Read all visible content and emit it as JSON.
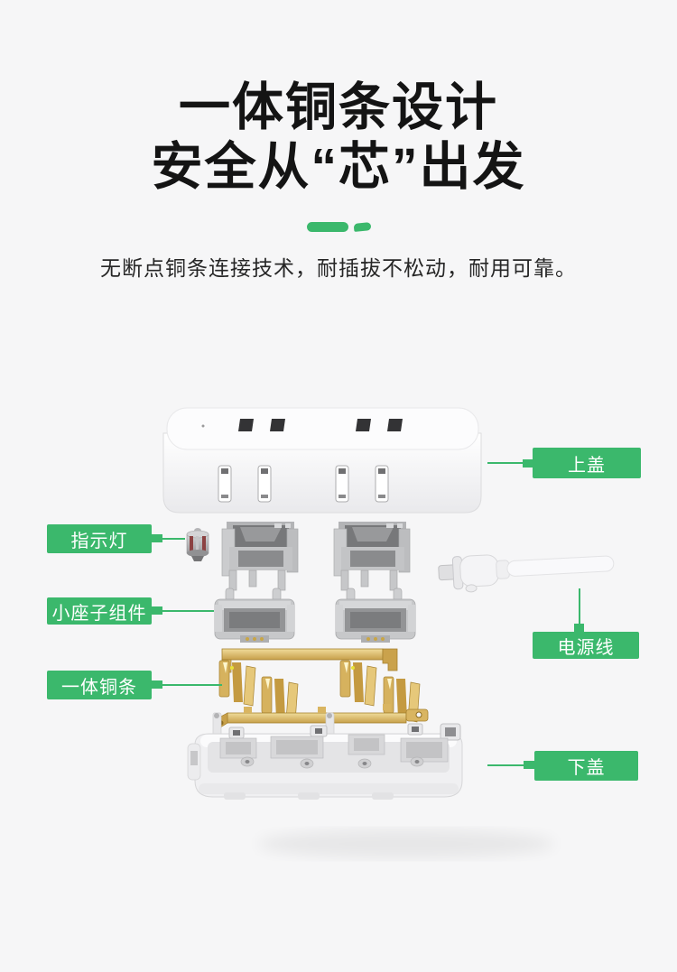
{
  "colors": {
    "background": "#f6f6f7",
    "accent_green": "#3bb86c",
    "title_text": "#141414",
    "copper": "#d0a94f"
  },
  "header": {
    "title_line1": "一体铜条设计",
    "title_line2": "安全从“芯”出发",
    "subtitle": "无断点铜条连接技术，耐插拔不松动，耐用可靠。"
  },
  "callouts": [
    {
      "label": "上盖",
      "side": "right"
    },
    {
      "label": "指示灯",
      "side": "left"
    },
    {
      "label": "小座子组件",
      "side": "left"
    },
    {
      "label": "电源线",
      "side": "right"
    },
    {
      "label": "一体铜条",
      "side": "left"
    },
    {
      "label": "下盖",
      "side": "right"
    }
  ]
}
